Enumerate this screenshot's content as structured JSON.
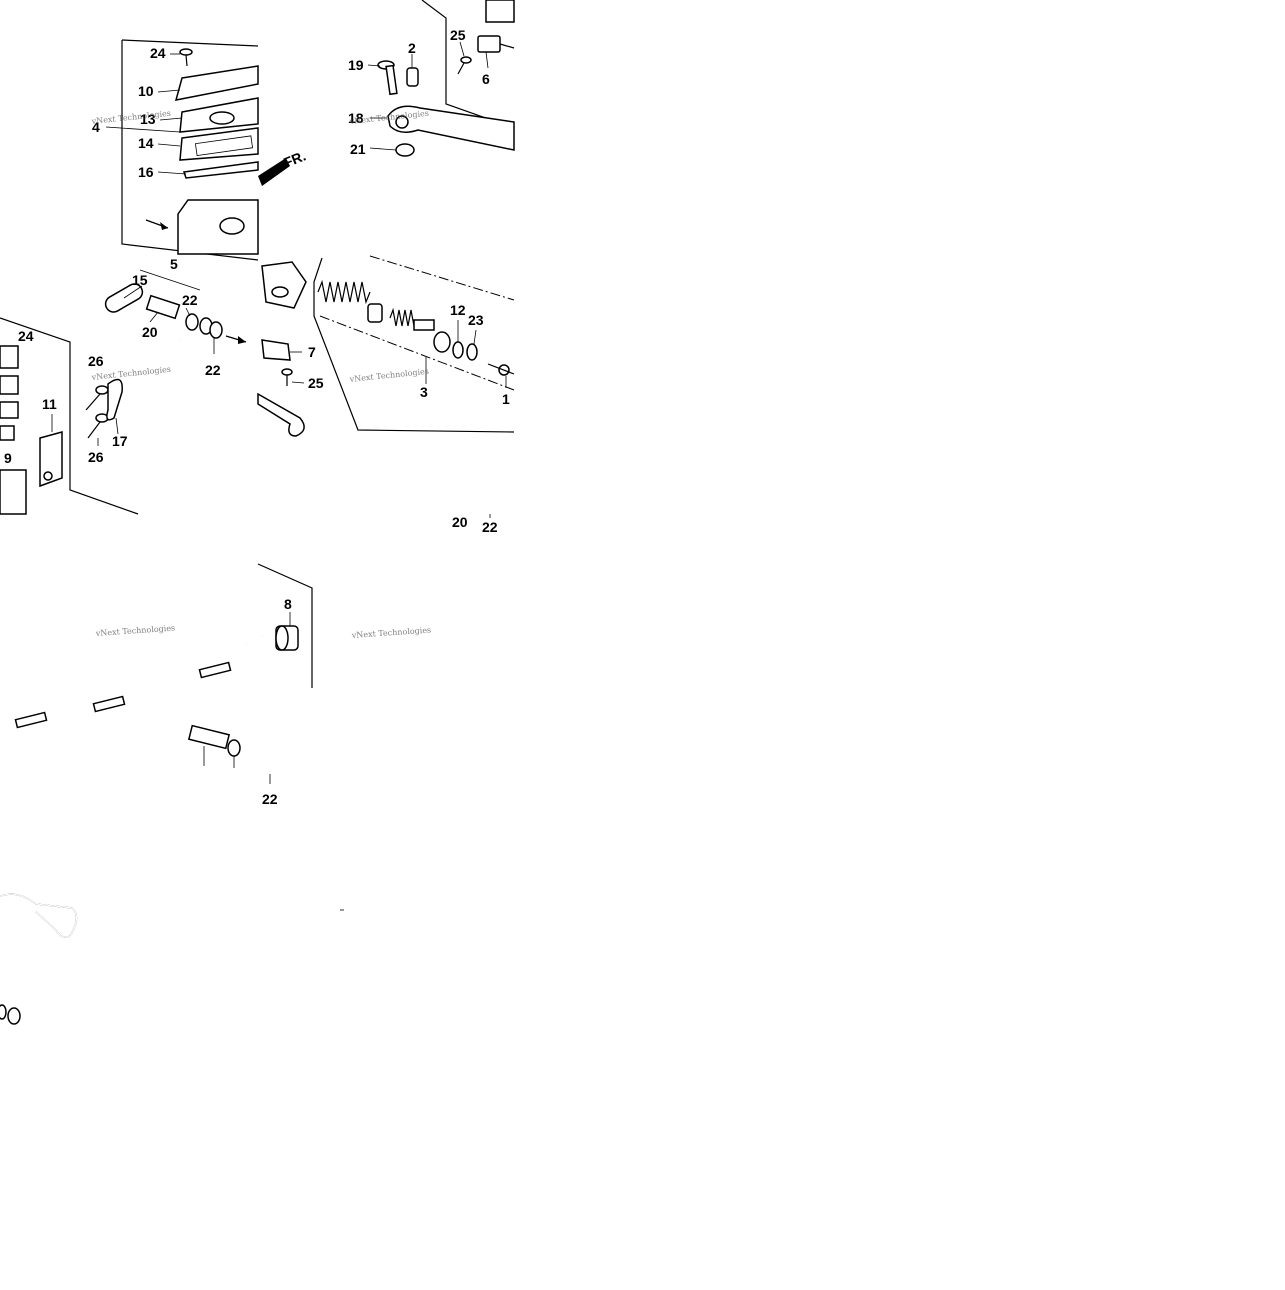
{
  "diagram": {
    "arrow_label": "FR.",
    "callouts": [
      "24",
      "10",
      "13",
      "4",
      "14",
      "16",
      "5",
      "15",
      "22",
      "20",
      "22",
      "24",
      "26",
      "17",
      "26",
      "11",
      "9",
      "19",
      "2",
      "25",
      "6",
      "18",
      "21",
      "7",
      "25",
      "12",
      "23",
      "3",
      "1",
      "20",
      "22",
      "8",
      "22"
    ],
    "watermarks": [
      "vNext Technologies",
      "vNext Technologies",
      "vNext Technologies",
      "vNext Technologies",
      "vNext Technologies",
      "vNext Technologies"
    ]
  }
}
